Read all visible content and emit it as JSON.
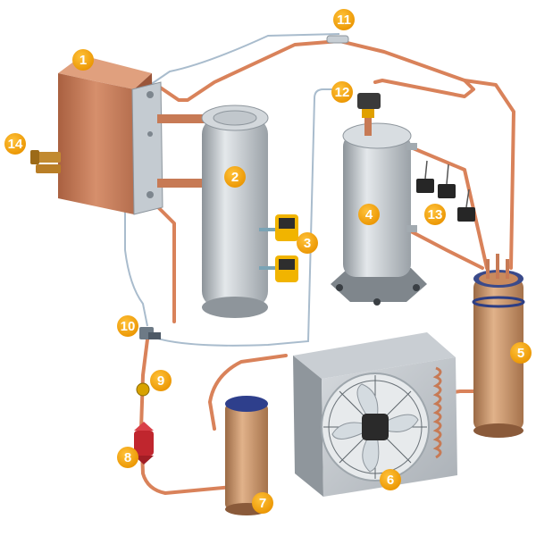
{
  "callouts": {
    "c1": "1",
    "c2": "2",
    "c3": "3",
    "c4": "4",
    "c5": "5",
    "c6": "6",
    "c7": "7",
    "c8": "8",
    "c9": "9",
    "c10": "10",
    "c11": "11",
    "c12": "12",
    "c13": "13",
    "c14": "14"
  },
  "colors": {
    "callout": "#f5a000",
    "copper_pipe": "#d9825a",
    "capillary": "#9fb3c6",
    "steel": "#b8bec4",
    "copper_body": "#c98a5e"
  }
}
